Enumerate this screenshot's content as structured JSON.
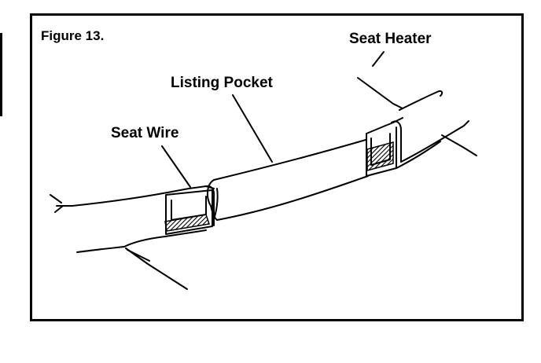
{
  "figure": {
    "title": "Figure 13.",
    "labels": {
      "seat_heater": "Seat Heater",
      "listing_pocket": "Listing Pocket",
      "seat_wire": "Seat Wire"
    }
  }
}
